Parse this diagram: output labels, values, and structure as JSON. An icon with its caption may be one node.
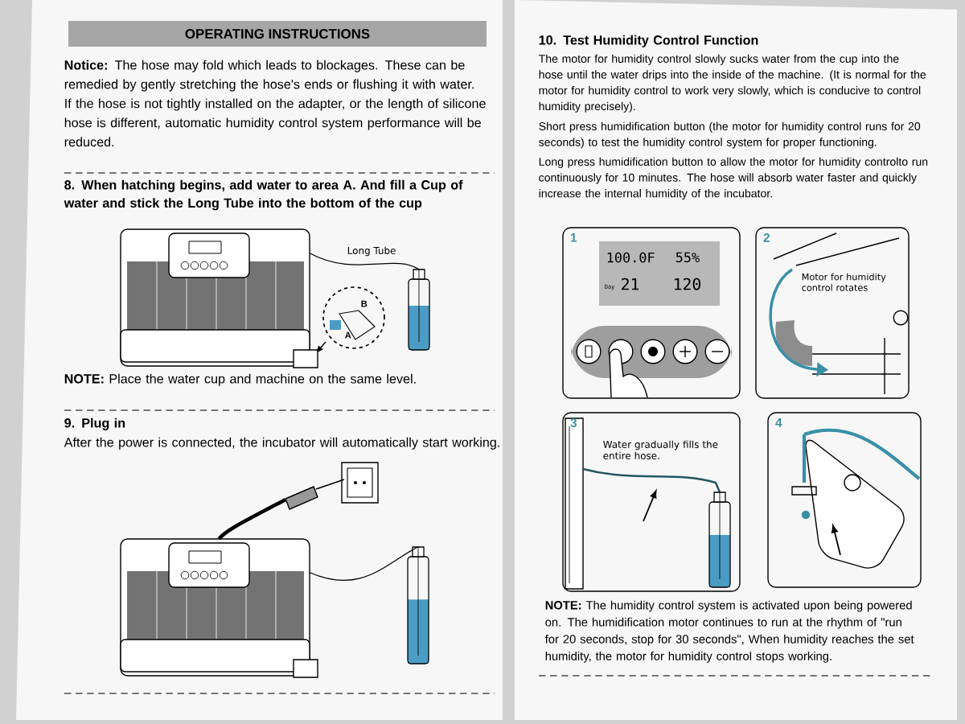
{
  "diagram": {
    "title": "OPERATING INSTRUCTIONS",
    "nodes": [
      {
        "text": [],
        "shape": "picture"
      },
      {
        "text": [],
        "shape": "picture"
      },
      {
        "text": [],
        "shape": "picture"
      },
      {
        "text": [],
        "shape": "picture"
      },
      {
        "text": [],
        "shape": "picture"
      },
      {
        "text": [
          "1"
        ]
      },
      {
        "text": [
          "2",
          "Motor for humidity control rotates"
        ]
      },
      {
        "text": [
          "3",
          "Water gradually fills the entire hose."
        ]
      },
      {
        "text": [
          "4"
        ]
      }
    ],
    "edges": [
      {
        "from": 0,
        "to": 1,
        "arrow": "none"
      },
      {
        "from": 2,
        "to": 3,
        "arrow": "none",
        "style": "thick"
      },
      {
        "from": 3,
        "to": 4,
        "arrow": "none"
      }
    ],
    "labels": [
      "**Notice:** The hose may fold which leads to blockages. These can be remedied by gently stretching the hose's ends or flushing it with water. If the hose is not tightly installed on the adapter, or the length of silicone hose is different, automatic humidity control system performance will be reduced.",
      "8. When hatching begins, add water to area A. And fill a Cup of water and stick the Long Tube into the bottom of the cup",
      "Long Tube",
      "B",
      "A",
      "**NOTE:** Place the water cup and machine on the same level.",
      "9. Plug in",
      "After the power is connected, the incubator will automatically start working.",
      "10. Test Humidity Control Function",
      "The motor for humidity control slowly sucks water from the cup into the hose until the water drips into the inside of the machine. (It is normal for the motor for humidity control to work very slowly, which is conducive to control humidity precisely).",
      "Short press humidification button (the motor for humidity control runs for 20 seconds) to test the humidity control system for proper functioning.",
      "Long press humidification button to allow the motor for humidity controlto run continuously for 10 minutes. The hose will absorb water faster and quickly increase the internal humidity of the incubator.",
      "100.0F",
      "55%",
      "Day",
      "21",
      "120",
      "**NOTE:** The humidity control system is activated upon being powered on. The humidification motor continues to run at the rhythm of \"run for 20 seconds, stop for 30 seconds\", When humidity reaches the set humidity, the motor for humidity control stops working."
    ]
  }
}
